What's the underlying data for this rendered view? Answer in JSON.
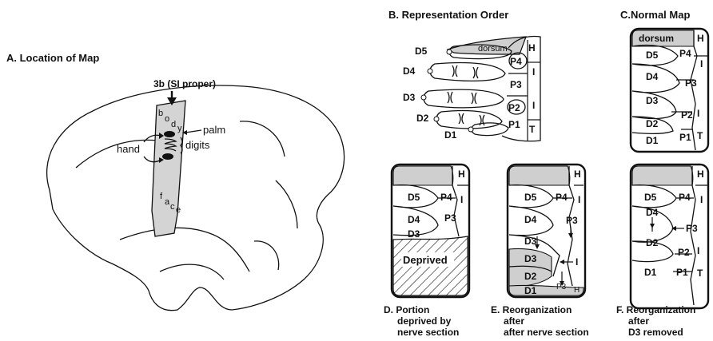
{
  "panel_a": {
    "caption": "A. Location of Map",
    "area_label": "3b (SI proper)",
    "body_letters": [
      "b",
      "o",
      "d",
      "y"
    ],
    "face_letters": [
      "f",
      "a",
      "c",
      "e"
    ],
    "hand_label": "hand",
    "palm_label": "palm",
    "digits_label": "digits"
  },
  "panel_b": {
    "caption": "B. Representation Order",
    "digits": [
      "D5",
      "D4",
      "D3",
      "D2",
      "D1"
    ],
    "dorsum": "dorsum",
    "pads": [
      "P4",
      "P3",
      "P2",
      "P1"
    ],
    "H": "H",
    "I": "I",
    "T": "T"
  },
  "panel_c": {
    "caption": "C.Normal Map",
    "dorsum": "dorsum",
    "digits": [
      "D5",
      "D4",
      "D3",
      "D2",
      "D1"
    ],
    "pads": [
      "P4",
      "P3",
      "P2",
      "P1"
    ],
    "H": "H",
    "I": "I",
    "T": "T"
  },
  "panel_d": {
    "caption": [
      "D. Portion",
      "deprived by",
      "nerve section"
    ],
    "digits": [
      "D5",
      "D4",
      "D3"
    ],
    "pads": [
      "P4",
      "P3"
    ],
    "H": "H",
    "I": "I",
    "deprived": "Deprived"
  },
  "panel_e": {
    "caption": [
      "E. Reorganization",
      "after",
      "after nerve section"
    ],
    "digits": [
      "D5",
      "D4",
      "D3",
      "D3",
      "D2",
      "D1"
    ],
    "pads": [
      "P4",
      "P3",
      "P3"
    ],
    "H": "H",
    "I": "I"
  },
  "panel_f": {
    "caption": [
      "F. Reorganization",
      "after",
      "D3 removed"
    ],
    "digits": [
      "D5",
      "D4",
      "D2",
      "D1"
    ],
    "pads": [
      "P4",
      "P3",
      "P2",
      "P1"
    ],
    "H": "H",
    "I": "I",
    "T": "T"
  }
}
